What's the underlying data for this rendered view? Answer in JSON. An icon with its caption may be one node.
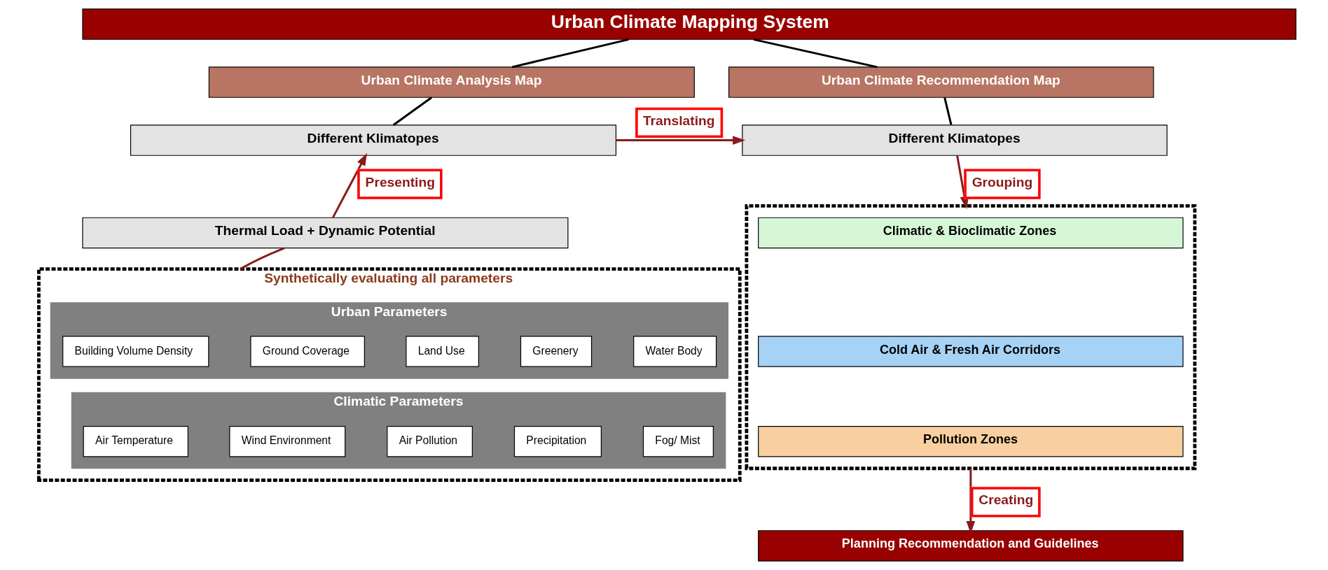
{
  "diagram": {
    "nodes": [
      {
        "text": [
          "Urban Climate Mapping System"
        ]
      },
      {
        "text": [
          "Urban Climate Analysis Map"
        ]
      },
      {
        "text": [
          "Urban Climate Recommendation Map"
        ]
      },
      {
        "text": [
          "Different Klimatopes"
        ]
      },
      {
        "text": [
          "Different Klimatopes"
        ]
      },
      {
        "text": [
          "Thermal Load + Dynamic Potential"
        ]
      },
      {
        "text": [
          "Synthetically evaluating all parameters"
        ]
      },
      {
        "text": [
          "Urban Parameters"
        ],
        "in": 6
      },
      {
        "text": [
          "Building Volume Density"
        ],
        "in": 7
      },
      {
        "text": [
          "Ground Coverage"
        ],
        "in": 7
      },
      {
        "text": [
          "Land Use"
        ],
        "in": 7
      },
      {
        "text": [
          "Greenery"
        ],
        "in": 7
      },
      {
        "text": [
          "Water Body"
        ],
        "in": 7
      },
      {
        "text": [
          "Climatic Parameters"
        ],
        "in": 6
      },
      {
        "text": [
          "Air Temperature"
        ],
        "in": 13
      },
      {
        "text": [
          "Wind Environment"
        ],
        "in": 13
      },
      {
        "text": [
          "Air Pollution"
        ],
        "in": 13
      },
      {
        "text": [
          "Precipitation"
        ],
        "in": 13
      },
      {
        "text": [
          "Fog/ Mist"
        ],
        "in": 13
      },
      {
        "text": [],
        "shape": "box"
      },
      {
        "text": [
          "Climatic & Bioclimatic Zones"
        ],
        "in": 19
      },
      {
        "text": [
          "Cold Air & Fresh Air Corridors"
        ],
        "in": 19
      },
      {
        "text": [
          "Pollution Zones"
        ],
        "in": 19
      },
      {
        "text": [
          "Planning Recommendation and Guidelines"
        ]
      }
    ],
    "edges": [
      {
        "from": 0,
        "to": 1,
        "arrow": "none",
        "color": "#000000"
      },
      {
        "from": 0,
        "to": 2,
        "arrow": "none",
        "color": "#000000"
      },
      {
        "from": 1,
        "to": 3,
        "arrow": "none",
        "color": "#000000"
      },
      {
        "from": 2,
        "to": 4,
        "arrow": "none",
        "color": "#000000"
      },
      {
        "from": 3,
        "to": 4,
        "arrow": "to",
        "label": "Translating",
        "color": "#8b1a1a"
      },
      {
        "from": 6,
        "to": 5,
        "arrow": "none",
        "color": "#8b1a1a"
      },
      {
        "from": 5,
        "to": 3,
        "arrow": "to",
        "label": "Presenting",
        "color": "#8b1a1a"
      },
      {
        "from": 4,
        "to": 19,
        "arrow": "to",
        "label": "Grouping",
        "color": "#8b1a1a"
      },
      {
        "from": 19,
        "to": 23,
        "arrow": "to",
        "label": "Creating",
        "color": "#8b1a1a"
      }
    ]
  }
}
